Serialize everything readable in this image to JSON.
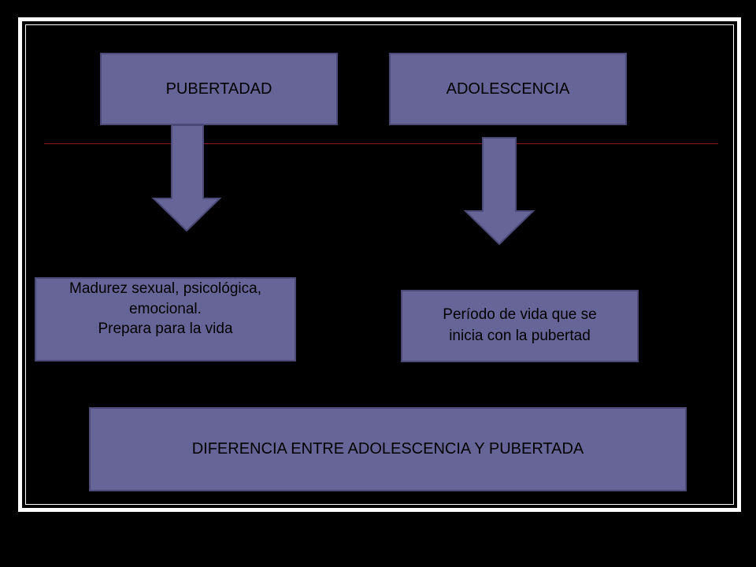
{
  "diagram": {
    "boxes": {
      "pubertad": "PUBERTADAD",
      "adolescencia": "ADOLESCENCIA",
      "madurez": "Madurez sexual, psicológica,\nemocional.\nPrepara para la vida",
      "periodo": "Período de vida que se\ninicia con la pubertad",
      "diferencia": "DIFERENCIA ENTRE ADOLESCENCIA Y PUBERTADA"
    },
    "colors": {
      "box_fill": "#676497",
      "box_border": "#4b4a78",
      "arrow_fill": "#676497",
      "rule": "#8b1a1a",
      "background": "#000000",
      "frame": "#ffffff"
    }
  }
}
